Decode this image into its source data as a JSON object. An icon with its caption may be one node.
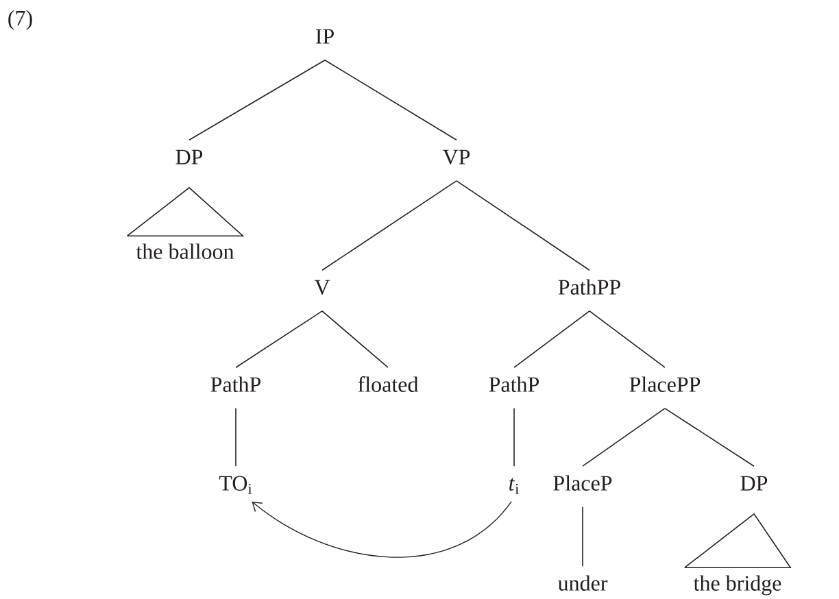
{
  "diagram": {
    "nodes": [
      {
        "text": [
          "IP"
        ]
      },
      {
        "text": [
          "DP"
        ]
      },
      {
        "text": [
          "VP"
        ]
      },
      {
        "text": [
          "the balloon"
        ]
      },
      {
        "text": [
          "V"
        ]
      },
      {
        "text": [
          "PathPP"
        ]
      },
      {
        "text": [
          "PathP"
        ]
      },
      {
        "text": [
          "floated"
        ]
      },
      {
        "text": [
          "PathP"
        ]
      },
      {
        "text": [
          "PlacePP"
        ]
      },
      {
        "text": [
          "TO$_{i}$"
        ]
      },
      {
        "text": [
          "*t*$_{i}$"
        ]
      },
      {
        "text": [
          "PlaceP"
        ]
      },
      {
        "text": [
          "DP"
        ]
      },
      {
        "text": [
          "under"
        ]
      },
      {
        "text": [
          "the bridge"
        ]
      }
    ],
    "edges": [
      {
        "from": 0,
        "to": 1,
        "arrow": "none"
      },
      {
        "from": 0,
        "to": 2,
        "arrow": "none"
      },
      {
        "from": 3,
        "to": 1,
        "arrow": "to"
      },
      {
        "from": 2,
        "to": 4,
        "arrow": "none"
      },
      {
        "from": 2,
        "to": 5,
        "arrow": "none"
      },
      {
        "from": 4,
        "to": 6,
        "arrow": "none"
      },
      {
        "from": 4,
        "to": 7,
        "arrow": "none"
      },
      {
        "from": 5,
        "to": 8,
        "arrow": "none"
      },
      {
        "from": 5,
        "to": 9,
        "arrow": "none"
      },
      {
        "from": 6,
        "to": 10,
        "arrow": "none"
      },
      {
        "from": 8,
        "to": 11,
        "arrow": "none"
      },
      {
        "from": 9,
        "to": 12,
        "arrow": "none"
      },
      {
        "from": 9,
        "to": 13,
        "arrow": "none"
      },
      {
        "from": 12,
        "to": 14,
        "arrow": "none"
      },
      {
        "from": 15,
        "to": 13,
        "arrow": "to"
      },
      {
        "from": 11,
        "to": 10,
        "arrow": "to"
      }
    ],
    "labels": [
      "(7)"
    ]
  }
}
